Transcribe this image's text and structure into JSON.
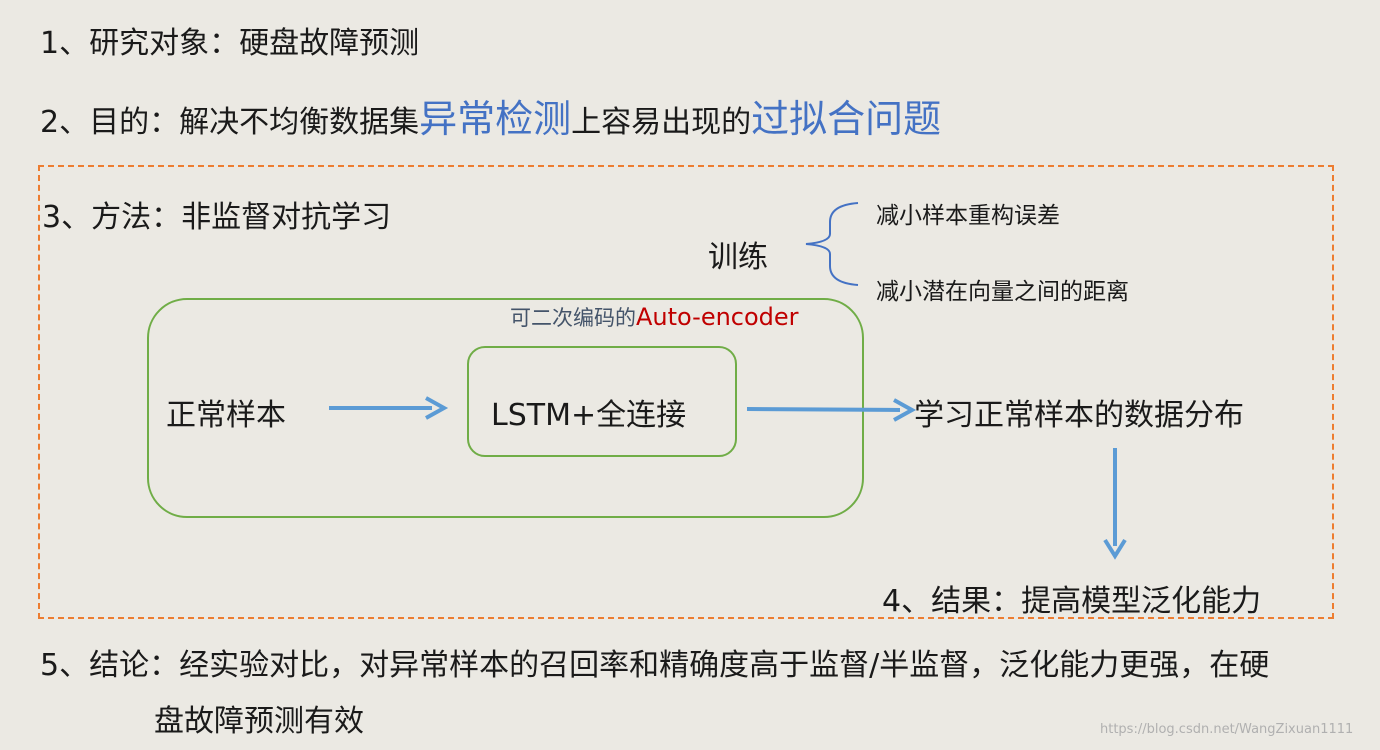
{
  "line1": "1、研究对象：硬盘故障预测",
  "line2": {
    "prefix": "2、目的：解决不均衡数据集",
    "hl1": "异常检测",
    "mid": "上容易出现的",
    "hl2": "过拟合问题"
  },
  "line3": "3、方法：非监督对抗学习",
  "train": {
    "label": "训练",
    "item1": "减小样本重构误差",
    "item2": "减小潜在向量之间的距离"
  },
  "ae": {
    "prefix": "可二次编码的",
    "name": "Auto-encoder"
  },
  "flow": {
    "input": "正常样本",
    "model": "LSTM+全连接",
    "output": "学习正常样本的数据分布"
  },
  "result": "4、结果：提高模型泛化能力",
  "conclusion": {
    "line1": "5、结论：经实验对比，对异常样本的召回率和精确度高于监督/半监督，泛化能力更强，在硬",
    "line2": "盘故障预测有效"
  },
  "watermark": "https://blog.csdn.net/WangZixuan1111",
  "colors": {
    "highlight": "#4472c4",
    "arrow": "#5b9bd5",
    "box_border": "#70ad47",
    "dashed_border": "#ed7d31",
    "ae_name": "#c00000"
  }
}
